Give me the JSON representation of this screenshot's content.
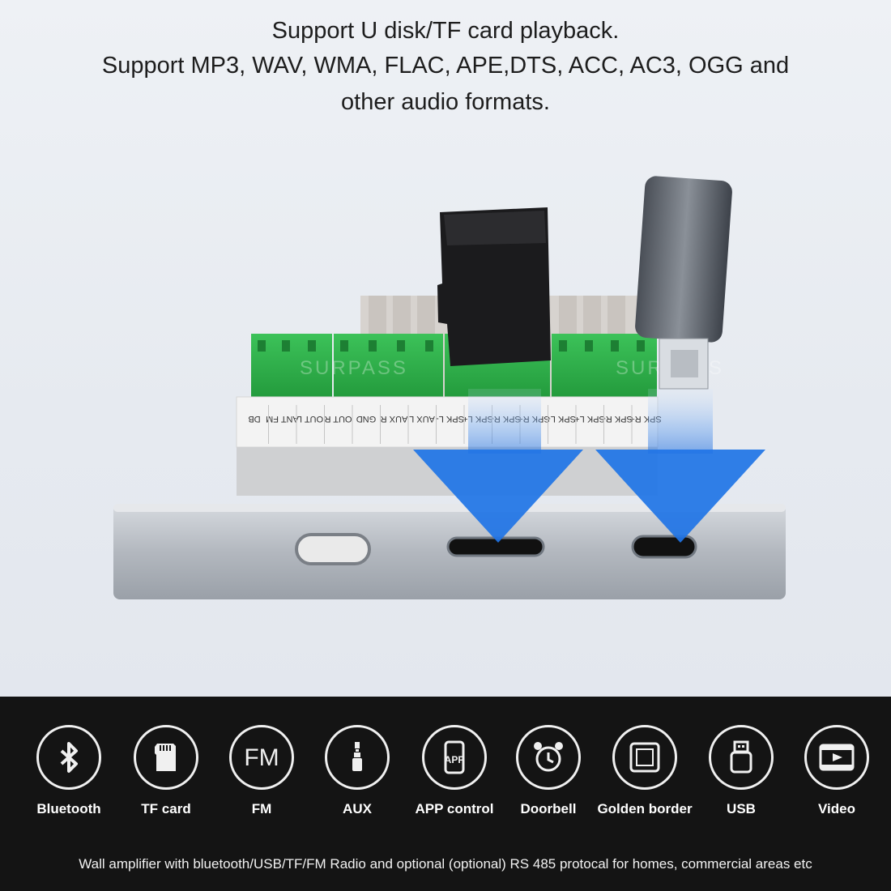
{
  "headline": {
    "line1": "Support U disk/TF card playback.",
    "line2": "Support MP3, WAV, WMA, FLAC, APE,DTS, ACC, AC3, OGG and",
    "line3": "other audio formats."
  },
  "product": {
    "watermark": "SURPASS",
    "terminals": [
      "DB",
      "ANT FM",
      "OUT L",
      "OUT R",
      "GND",
      "AUX R",
      "AUX L",
      "SPK L-",
      "SPK L+",
      "SPK R-",
      "SPK R+",
      "SPK L-",
      "SPK L+",
      "SPK R-",
      "SPK R+"
    ],
    "colors": {
      "terminal_green": "#2fb04a",
      "arrow_blue": "#1f74e6",
      "panel_silver": "#b9bec5"
    }
  },
  "features": [
    {
      "icon": "bluetooth-icon",
      "label": "Bluetooth"
    },
    {
      "icon": "tf-card-icon",
      "label": "TF card"
    },
    {
      "icon": "fm-icon",
      "label": "FM"
    },
    {
      "icon": "aux-jack-icon",
      "label": "AUX"
    },
    {
      "icon": "app-phone-icon",
      "label": "APP control"
    },
    {
      "icon": "alarm-bell-icon",
      "label": "Doorbell"
    },
    {
      "icon": "frame-icon",
      "label": "Golden border"
    },
    {
      "icon": "usb-icon",
      "label": "USB"
    },
    {
      "icon": "video-icon",
      "label": "Video"
    }
  ],
  "footer": {
    "caption": "Wall amplifier with bluetooth/USB/TF/FM Radio and optional (optional) RS 485 protocal for homes, commercial areas etc"
  }
}
